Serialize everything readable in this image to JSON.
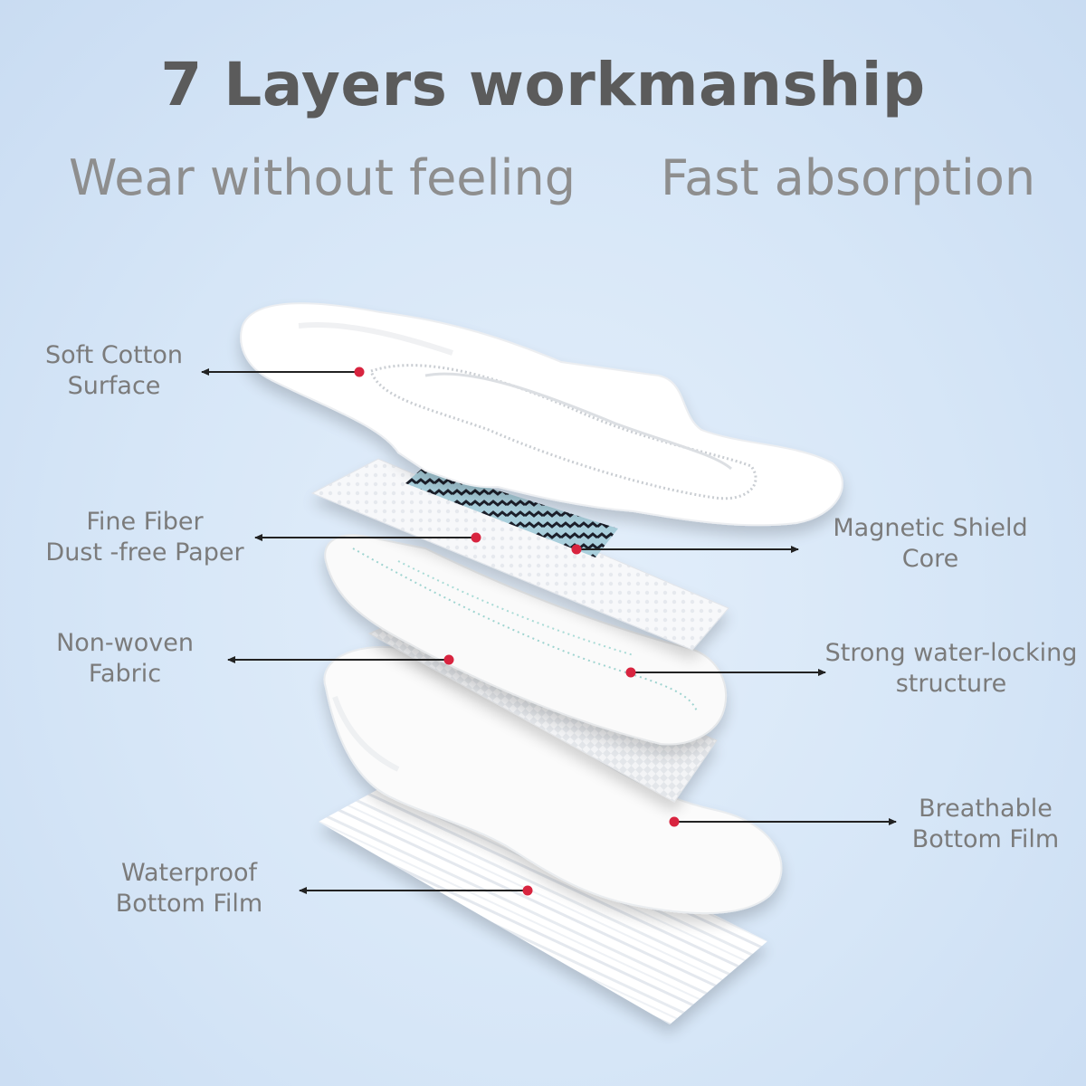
{
  "title": "7 Layers workmanship",
  "subtitles": {
    "left": "Wear without feeling",
    "right": "Fast absorption"
  },
  "labels": {
    "soft_cotton": [
      "Soft Cotton",
      "Surface"
    ],
    "fine_fiber": [
      "Fine Fiber",
      "Dust -free Paper"
    ],
    "non_woven": [
      "Non-woven",
      "Fabric"
    ],
    "waterproof": [
      "Waterproof",
      "Bottom Film"
    ],
    "magnetic": [
      "Magnetic Shield",
      "Core"
    ],
    "water_locking": [
      "Strong water-locking",
      "structure"
    ],
    "breathable": [
      "Breathable",
      "Bottom Film"
    ]
  },
  "colors": {
    "background": "#d6e6f7",
    "title": "#5b5b5b",
    "subtitle": "#8e8e8e",
    "label": "#7b7b7b",
    "marker_dot": "#d8243f",
    "pointer_line": "#222222",
    "core_strip": "#8ab8c8"
  }
}
